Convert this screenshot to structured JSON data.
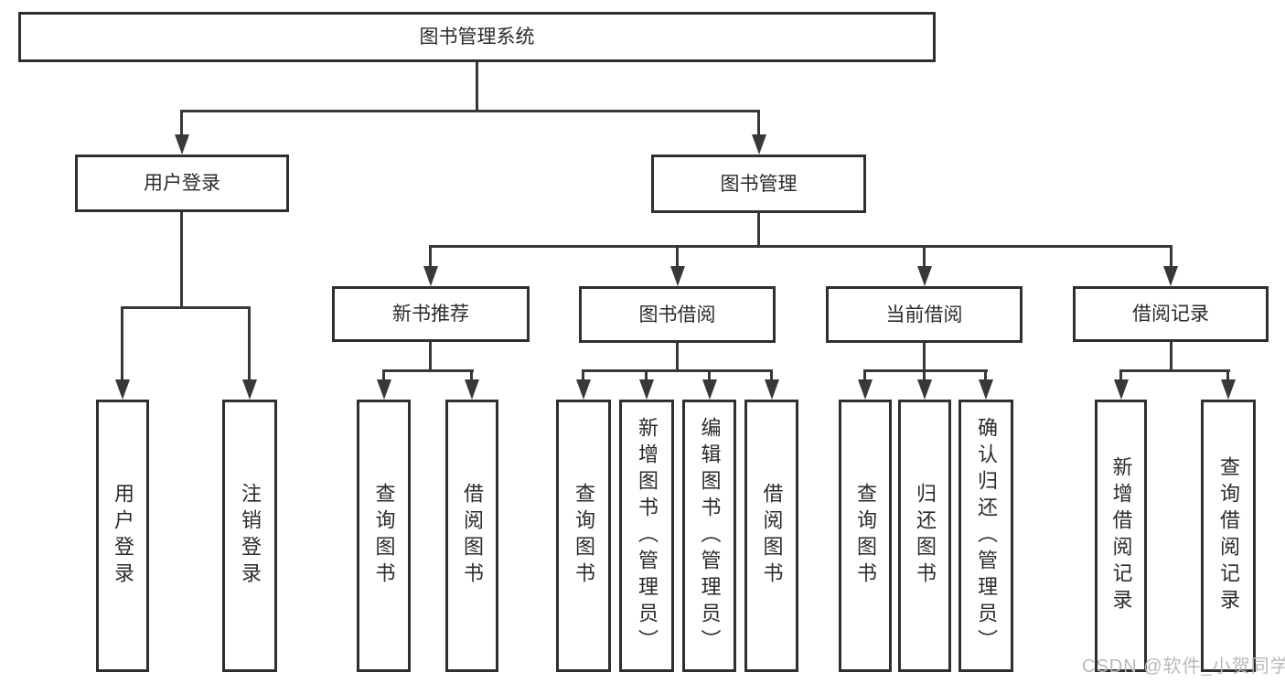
{
  "title": "图书管理系统",
  "tree": {
    "root": {
      "label": "图书管理系统"
    },
    "branches": [
      {
        "label": "用户登录",
        "children": [
          {
            "label": "用户登录"
          },
          {
            "label": "注销登录"
          }
        ]
      },
      {
        "label": "图书管理",
        "children": [
          {
            "label": "新书推荐",
            "children": [
              {
                "label": "查询图书"
              },
              {
                "label": "借阅图书"
              }
            ]
          },
          {
            "label": "图书借阅",
            "children": [
              {
                "label": "查询图书"
              },
              {
                "label": "新增图书（管理员）"
              },
              {
                "label": "编辑图书（管理员）"
              },
              {
                "label": "借阅图书"
              }
            ]
          },
          {
            "label": "当前借阅",
            "children": [
              {
                "label": "查询图书"
              },
              {
                "label": "归还图书"
              },
              {
                "label": "确认归还（管理员）"
              }
            ]
          },
          {
            "label": "借阅记录",
            "children": [
              {
                "label": "新增借阅记录"
              },
              {
                "label": "查询借阅记录"
              }
            ]
          }
        ]
      }
    ]
  },
  "watermark": {
    "text": "CSDN @软件_小贺同学",
    "color": "#b9b9b9"
  },
  "colors": {
    "background": "#ffffff",
    "box_fill": "#ffffff",
    "box_border": "#2f2f2f",
    "connector": "#383838",
    "text": "#2b2b2b"
  }
}
